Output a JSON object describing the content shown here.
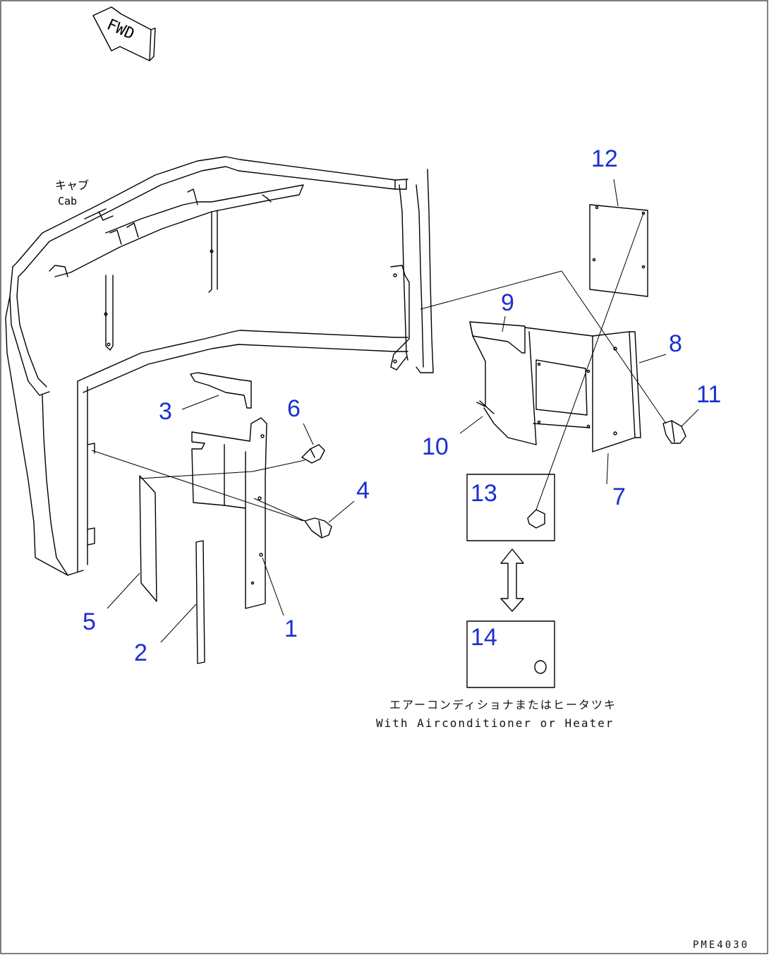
{
  "diagram": {
    "direction_label": "FWD",
    "cab_label_jp": "キャブ",
    "cab_label_en": "Cab",
    "note_jp": "エアーコンディショナまたはヒータツキ",
    "note_en": "With Airconditioner or Heater",
    "drawing_code": "PME4030",
    "callouts": [
      "1",
      "2",
      "3",
      "4",
      "5",
      "6",
      "7",
      "8",
      "9",
      "10",
      "11",
      "12",
      "13",
      "14"
    ],
    "colors": {
      "callout": "#1a2fd0",
      "line": "#000000",
      "background": "#ffffff"
    }
  }
}
